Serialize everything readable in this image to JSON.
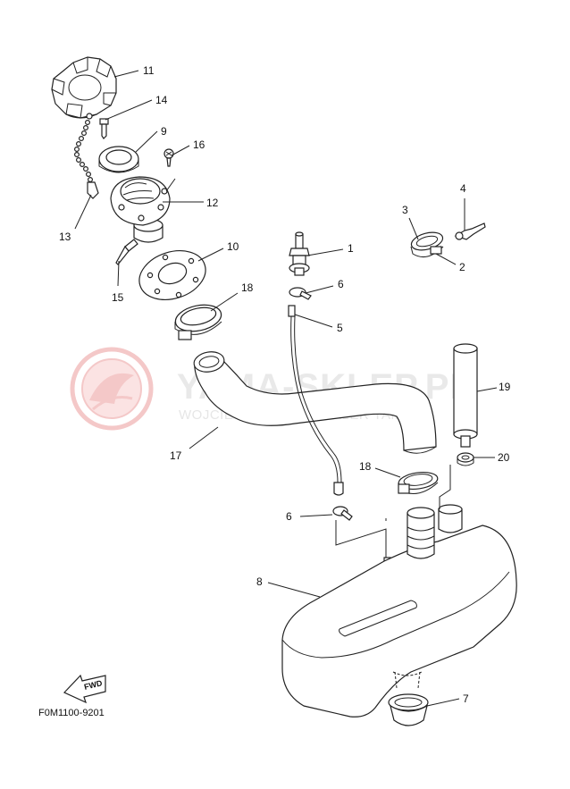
{
  "watermark": {
    "brand": "YAMA-SKLEP.PL",
    "dealer": "WOJCIECHOWICZ | DEALER YAMAHA",
    "logo_color": "#f4c8c8",
    "text_color": "#e8e8e8"
  },
  "diagram_code": "F0M1100-9201",
  "fwd_label": "FWD",
  "callouts": {
    "c1": "1",
    "c2": "2",
    "c3": "3",
    "c4": "4",
    "c5": "5",
    "c6a": "6",
    "c6b": "6",
    "c7": "7",
    "c8": "8",
    "c9": "9",
    "c10": "10",
    "c11": "11",
    "c12": "12",
    "c13": "13",
    "c14": "14",
    "c15": "15",
    "c16": "16",
    "c17": "17",
    "c18a": "18",
    "c18b": "18",
    "c19": "19",
    "c20": "20"
  },
  "colors": {
    "line": "#222222",
    "background": "#ffffff"
  }
}
